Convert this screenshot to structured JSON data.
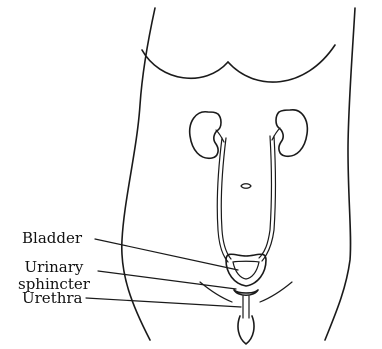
{
  "labels": {
    "bladder": "Bladder",
    "sphincter_line1": "Urinary",
    "sphincter_line2": "sphincter",
    "urethra": "Urethra"
  },
  "colors": {
    "ink": "#1a1a1a",
    "background": "#ffffff"
  }
}
